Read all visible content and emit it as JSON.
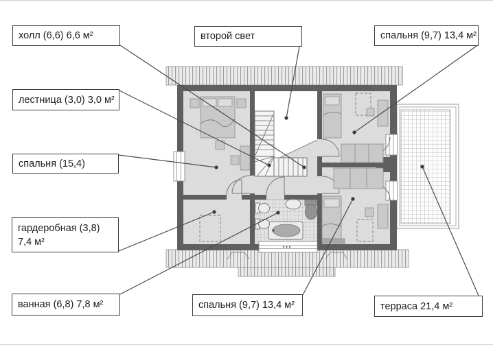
{
  "page": {
    "type": "attic-floor-plan",
    "language": "ru"
  },
  "callouts": [
    {
      "id": "hall",
      "text": "холл (6,6) 6,6 м²"
    },
    {
      "id": "second_light",
      "text": "второй свет"
    },
    {
      "id": "bedroom_top_right",
      "text": "спальня (9,7) 13,4 м²"
    },
    {
      "id": "staircase",
      "text": "лестница (3,0) 3,0 м²"
    },
    {
      "id": "bedroom_left",
      "text": "спальня (15,4)"
    },
    {
      "id": "wardrobe",
      "text": "гардеробная (3,8) 7,4 м²"
    },
    {
      "id": "bathroom",
      "text": "ванная (6,8) 7,8 м²"
    },
    {
      "id": "bedroom_bottom",
      "text": "спальня (9,7) 13,4 м²"
    },
    {
      "id": "terrace",
      "text": "терраса 21,4 м²"
    }
  ],
  "colors": {
    "wall": "#5f5f5f",
    "room_fill": "#dcdcdc",
    "band_fill": "#ebebeb",
    "band_stripe": "#9c9c9c",
    "furniture": "#c9c9c9",
    "tile_line": "#b3b3b3",
    "terrace_grid": "#adadad",
    "line": "#4a4a4a",
    "box_border": "#3c3c3c",
    "text": "#1c1c1c"
  }
}
